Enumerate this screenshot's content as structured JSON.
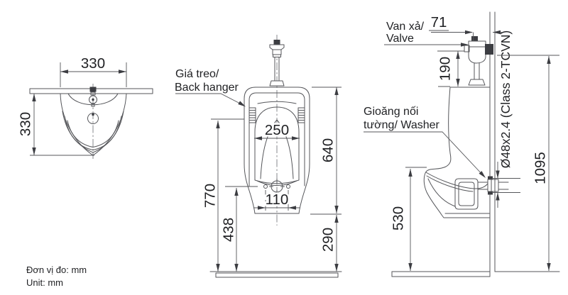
{
  "drawing": {
    "top_view": {
      "width_mm": "330",
      "depth_mm": "330"
    },
    "front_view": {
      "bowl_width_mm": "250",
      "hanger_height_mm": "770",
      "drain_height_mm": "438",
      "bolt_spacing_mm": "110",
      "body_height_mm": "640",
      "bottom_clearance_mm": "290"
    },
    "side_view": {
      "valve_offset_mm": "71",
      "valve_height_mm": "190",
      "pipe_spec": "Ø48x2.4 (Class 2-TCVN)",
      "lip_height_mm": "530",
      "total_height_mm": "1095"
    },
    "labels": {
      "back_hanger_l1": "Giá treo/",
      "back_hanger_l2": "Back hanger",
      "valve_l1": "Van xả/",
      "valve_l2": "Valve",
      "washer_l1": "Gioăng nối",
      "washer_l2": "tường/ Washer"
    },
    "footer": {
      "unit_vi": "Đơn vị đo: mm",
      "unit_en": "Unit: mm"
    }
  }
}
